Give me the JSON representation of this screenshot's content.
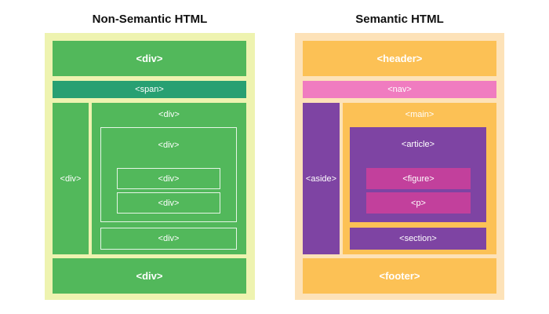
{
  "left": {
    "title": "Non-Semantic HTML",
    "top": "<div>",
    "span": "<span>",
    "side": "<div>",
    "outer": "<div>",
    "inner": "<div>",
    "inner_a": "<div>",
    "inner_b": "<div>",
    "lower": "<div>",
    "bottom": "<div>"
  },
  "right": {
    "title": "Semantic HTML",
    "header": "<header>",
    "nav": "<nav>",
    "aside": "<aside>",
    "main": "<main>",
    "article": "<article>",
    "figure": "<figure>",
    "p": "<p>",
    "section": "<section>",
    "footer": "<footer>"
  },
  "colors": {
    "left_bg": "#eef3b0",
    "green": "#52b85b",
    "teal": "#28a072",
    "right_bg": "#fde2b8",
    "orange": "#fcc155",
    "pink": "#f07cc0",
    "purple": "#7e44a3",
    "magenta": "#c2409c"
  }
}
